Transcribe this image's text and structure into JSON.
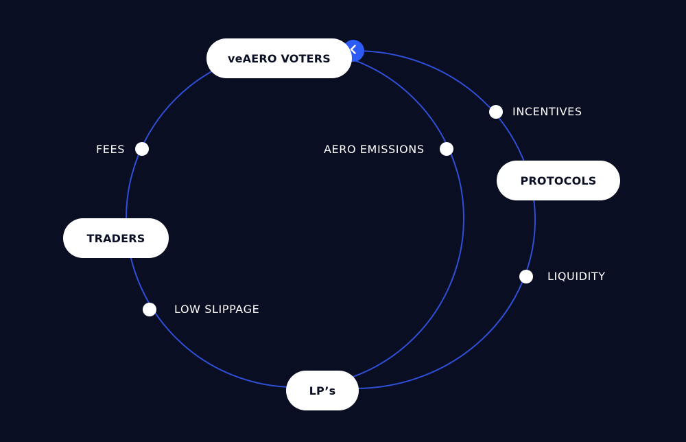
{
  "diagram": {
    "colors": {
      "background": "#090e22",
      "ring": "#2f4fd8",
      "accent": "#2d5bf5",
      "pill": "#ffffff",
      "pill_text": "#0a0f24",
      "label_text": "#ffffff"
    },
    "nodes": {
      "voters": "veAERO VOTERS",
      "protocols": "PROTOCOLS",
      "traders": "TRADERS",
      "lps": "LP’s"
    },
    "flows": {
      "incentives": "INCENTIVES",
      "emissions": "AERO EMISSIONS",
      "fees": "FEES",
      "liquidity": "LIQUIDITY",
      "slippage": "LOW SLIPPAGE"
    },
    "icons": {
      "cycle_direction": "chevron-left-icon"
    }
  }
}
